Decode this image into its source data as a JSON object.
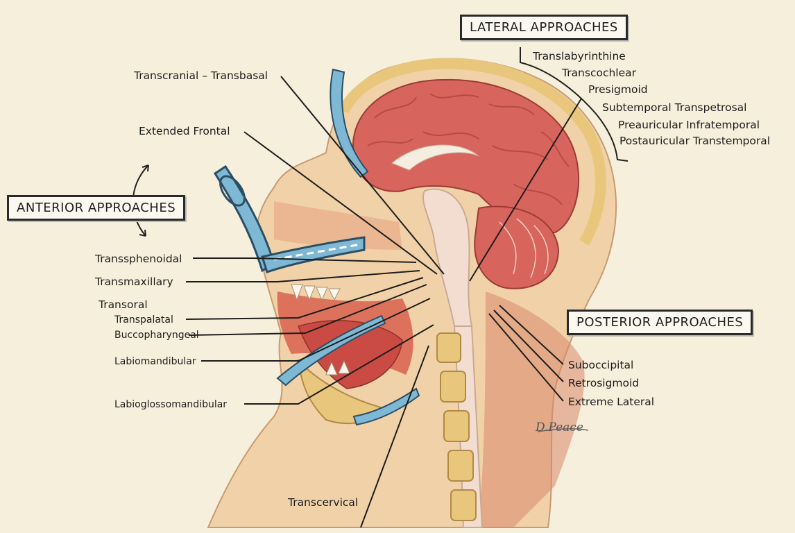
{
  "anterior": {
    "title": "ANTERIOR APPROACHES",
    "items": [
      "Transsphenoidal",
      "Transmaxillary",
      "Transoral",
      "Transpalatal",
      "Buccopharyngeal",
      "Labiomandibular",
      "Labioglossomandibular"
    ]
  },
  "lateral": {
    "title": "LATERAL APPROACHES",
    "items": [
      "Translabyrinthine",
      "Transcochlear",
      "Presigmoid",
      "Subtemporal Transpetrosal",
      "Preauricular Infratemporal",
      "Postauricular Transtemporal"
    ]
  },
  "posterior": {
    "title": "POSTERIOR APPROACHES",
    "items": [
      "Suboccipital",
      "Retrosigmoid",
      "Extreme Lateral"
    ]
  },
  "superior": {
    "items": [
      "Transcranial – Transbasal",
      "Extended Frontal"
    ]
  },
  "inferior": {
    "items": [
      "Transcervical"
    ]
  },
  "signature": "D.Peace",
  "colors": {
    "background": "#f6efdc",
    "brain": "#d8645e",
    "tissue": "#e2a07e",
    "bone": "#e8c77c",
    "instrument": "#7fb8d4"
  }
}
